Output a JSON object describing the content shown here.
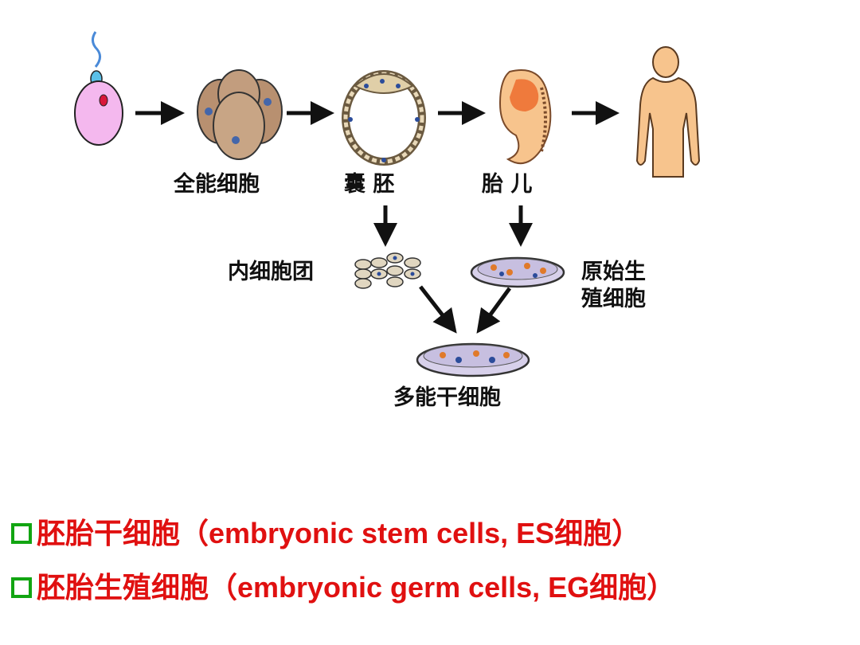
{
  "stages": {
    "totipotent_label": "全能细胞",
    "blastocyst_label": "囊 胚",
    "fetus_label": "胎 儿",
    "inner_cell_mass_label": "内细胞团",
    "pgc_label_line1": "原始生",
    "pgc_label_line2": "殖细胞",
    "pluripotent_label": "多能干细胞"
  },
  "bullets": [
    {
      "text": "胚胎干细胞（embryonic stem cells, ES细胞）"
    },
    {
      "text": "胚胎生殖细胞（embryonic germ cells, EG细胞）"
    }
  ],
  "colors": {
    "bullet_text": "#e01010",
    "bullet_marker": "#12a512",
    "egg_fill": "#f4b8ee",
    "skin": "#f7c48d",
    "embryo_orange": "#ef7a3c"
  }
}
